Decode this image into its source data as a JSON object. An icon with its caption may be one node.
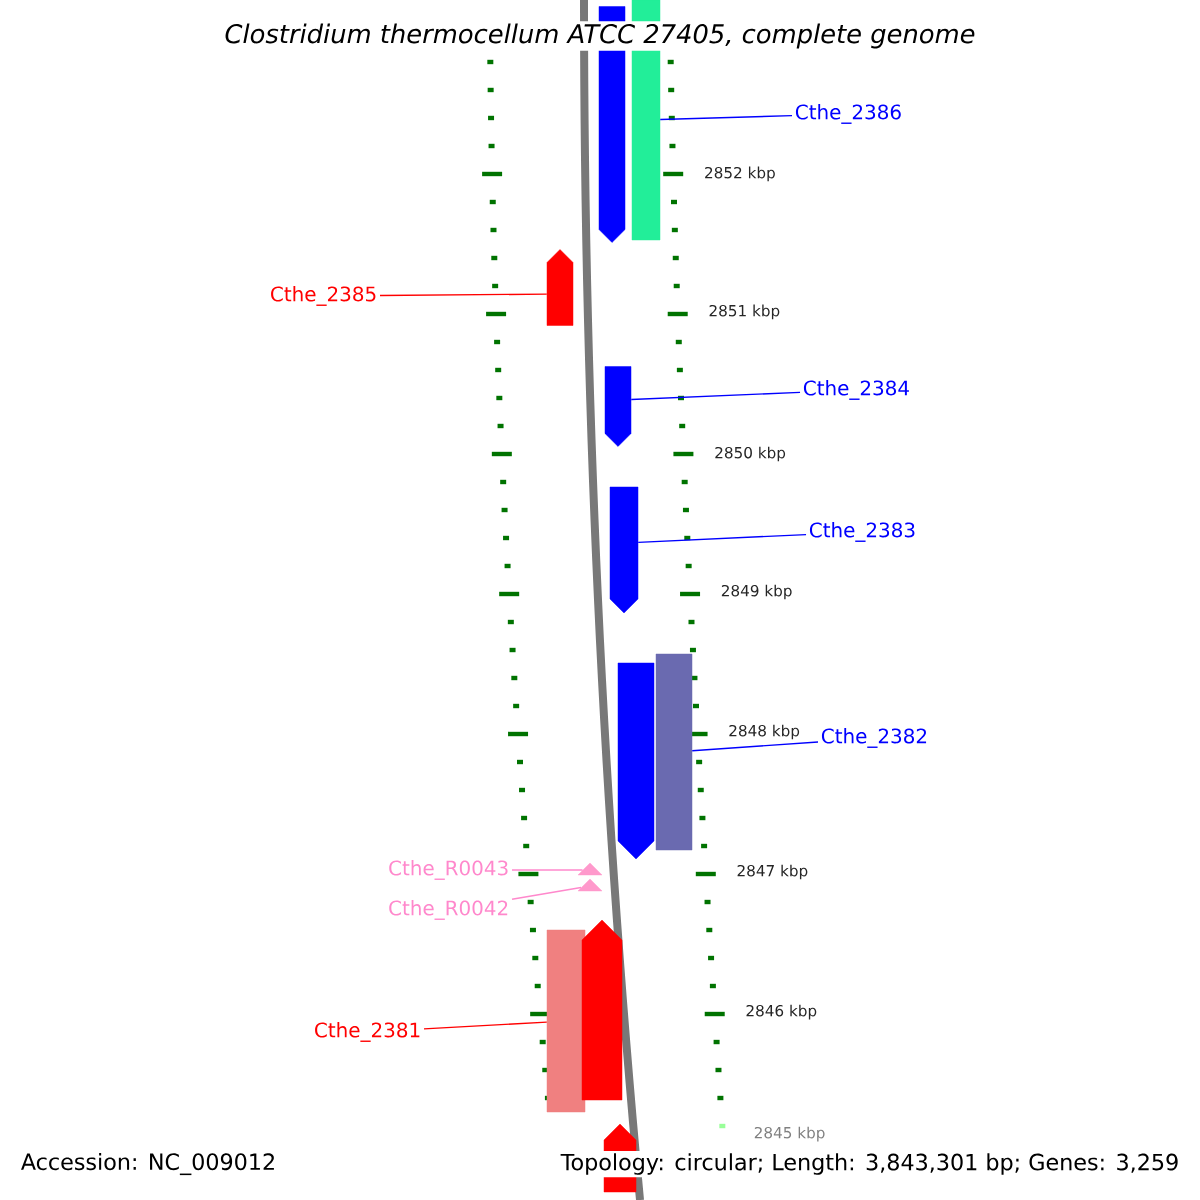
{
  "diagram": {
    "title": "Clostridium thermocellum ATCC 27405, complete genome",
    "nodes": [
      {
        "text": [],
        "shape": "bar"
      },
      {
        "text": [],
        "shape": "bar"
      },
      {
        "text": [
          "Cthe_2386"
        ]
      },
      {
        "text": [
          "Cthe_2385"
        ]
      },
      {
        "text": [],
        "shape": "bar"
      },
      {
        "text": [],
        "shape": "bar"
      },
      {
        "text": [
          "Cthe_2384"
        ]
      },
      {
        "text": [],
        "shape": "bar"
      },
      {
        "text": [
          "Cthe_2383"
        ]
      },
      {
        "text": [],
        "shape": "bar"
      },
      {
        "text": [],
        "shape": "bar"
      },
      {
        "text": [
          "Cthe_2382"
        ]
      },
      {
        "text": [
          "Cthe_R0043"
        ]
      },
      {
        "text": [
          "Cthe_R0042"
        ]
      },
      {
        "text": [],
        "shape": "triangle"
      },
      {
        "text": [],
        "shape": "triangle"
      },
      {
        "text": [],
        "shape": "bar"
      },
      {
        "text": [],
        "shape": "bar"
      },
      {
        "text": [
          "Cthe_2381"
        ]
      },
      {
        "text": [],
        "shape": "bar"
      }
    ],
    "edges": [
      {
        "from": 2,
        "to": 1,
        "arrow": "none"
      },
      {
        "from": 3,
        "to": 4,
        "arrow": "none",
        "color": "#ff0000"
      },
      {
        "from": 6,
        "to": 5,
        "arrow": "none"
      },
      {
        "from": 8,
        "to": 7,
        "arrow": "none"
      },
      {
        "from": 11,
        "to": 10,
        "arrow": "none"
      },
      {
        "from": 12,
        "to": 14,
        "arrow": "none",
        "color": "#ff88cc"
      },
      {
        "from": 13,
        "to": 15,
        "arrow": "none",
        "color": "#ff88cc"
      },
      {
        "from": 18,
        "to": 16,
        "arrow": "none",
        "color": "#ff0000"
      }
    ],
    "labels": [
      "2852 kbp",
      "2851 kbp",
      "2850 kbp",
      "2849 kbp",
      "2848 kbp",
      "2847 kbp",
      "2846 kbp",
      "2845 kbp",
      "Accession: NC_009012",
      "Topology: circular; Length: 3,843,301 bp; Genes: 3,259"
    ]
  }
}
